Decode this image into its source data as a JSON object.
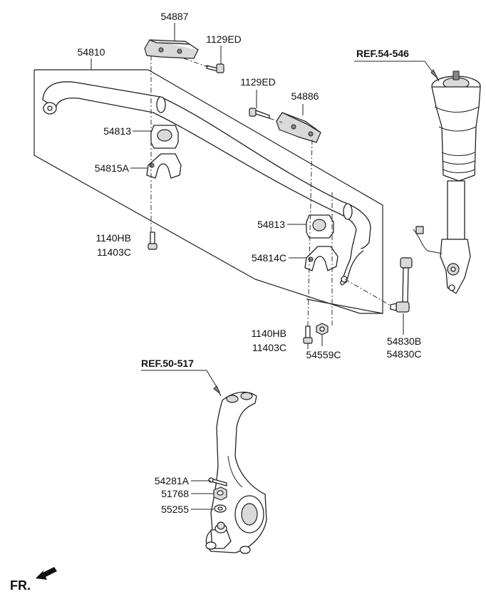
{
  "callouts": {
    "p54887": "54887",
    "p1129ED_a": "1129ED",
    "p54810": "54810",
    "p1129ED_b": "1129ED",
    "p54886": "54886",
    "p54813_a": "54813",
    "p54815A": "54815A",
    "p54813_b": "54813",
    "p54814C": "54814C",
    "p1140HB_a": "1140HB",
    "p11403C_a": "11403C",
    "p1140HB_b": "1140HB",
    "p11403C_b": "11403C",
    "p54559C": "54559C",
    "p54830B": "54830B",
    "p54830C": "54830C",
    "p54281A": "54281A",
    "p51768": "51768",
    "p55255": "55255"
  },
  "references": {
    "strut": "REF.54-546",
    "knuckle": "REF.50-517"
  },
  "direction_label": "FR."
}
